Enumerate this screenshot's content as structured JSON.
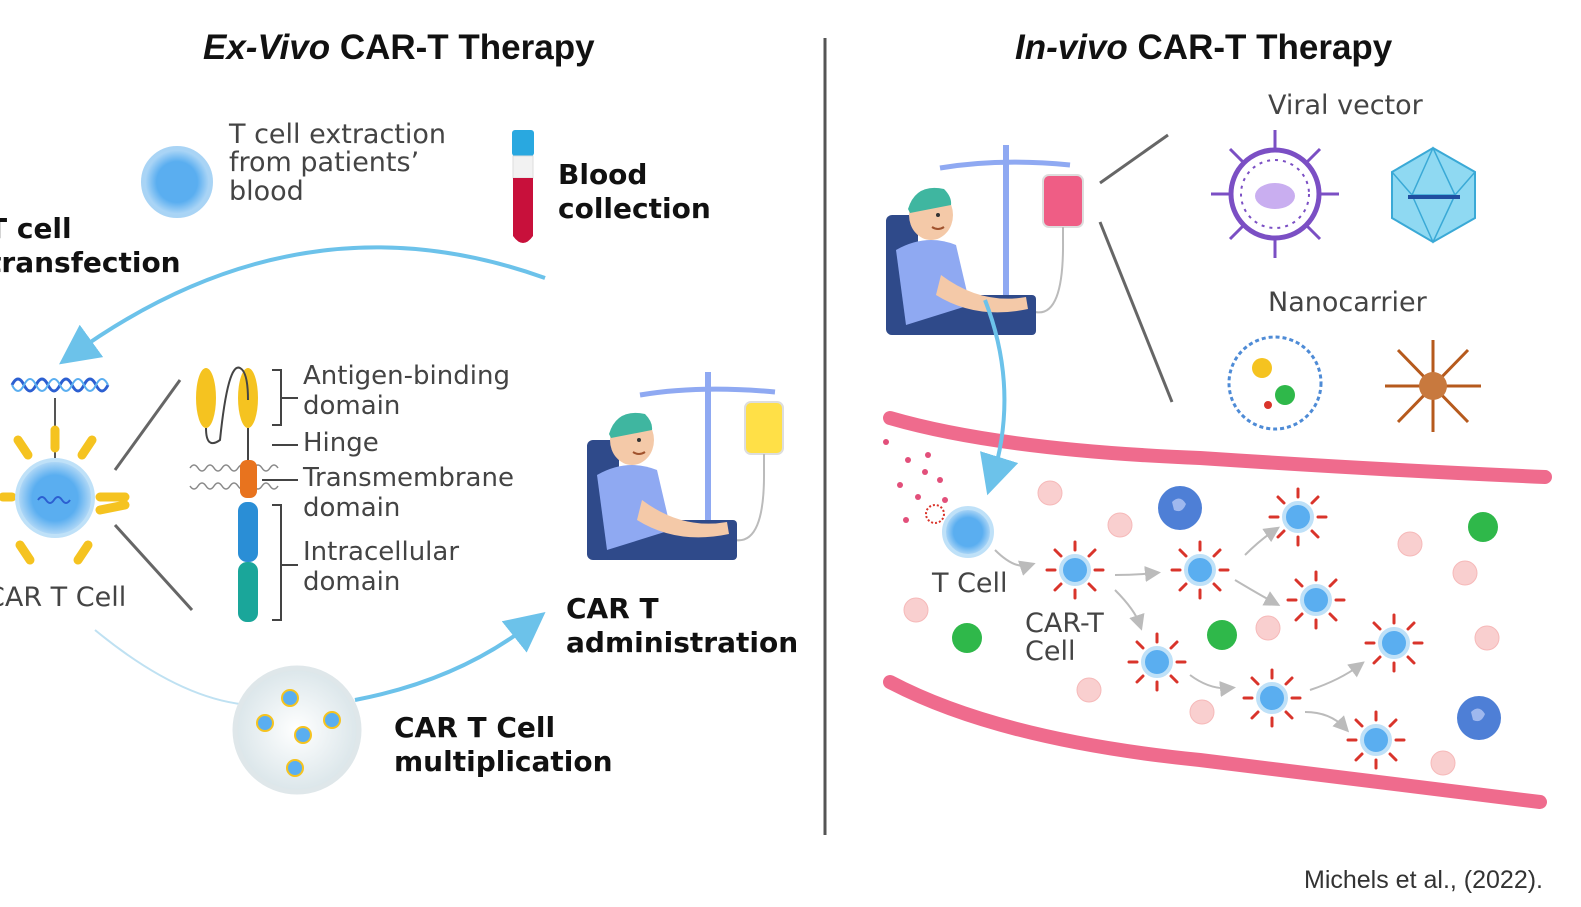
{
  "left_panel": {
    "title_italic": "Ex-Vivo",
    "title_rest": " CAR-T Therapy",
    "extraction": [
      "T cell extraction",
      "from patients’",
      "blood"
    ],
    "blood_collection": [
      "Blood",
      "collection"
    ],
    "transfection": [
      "T cell",
      "transfection"
    ],
    "car_t_cell": "CAR T Cell",
    "domains": {
      "antigen": [
        "Antigen-binding",
        "domain"
      ],
      "hinge": "Hinge",
      "transmembrane": [
        "Transmembrane",
        "domain"
      ],
      "intracellular": [
        "Intracellular",
        "domain"
      ]
    },
    "administration": [
      "CAR T",
      "administration"
    ],
    "multiplication": [
      "CAR T Cell",
      "multiplication"
    ]
  },
  "right_panel": {
    "title_italic": "In-vivo",
    "title_rest": " CAR-T Therapy",
    "viral_vector": "Viral vector",
    "nanocarrier": "Nanocarrier",
    "t_cell": "T Cell",
    "car_t_cell": [
      "CAR-T",
      "Cell"
    ]
  },
  "citation": "Michels et al., (2022).",
  "colors": {
    "arrow": "#6cc2ea",
    "vessel": "#ef6b8d",
    "tcell": "#5aaef0",
    "receptor_red": "#d9342b",
    "receptor_yellow": "#f5c320",
    "patient_shirt": "#8fa9f2",
    "chair": "#2f4a8a",
    "cap": "#3fb6a0",
    "virus": "#7b4fc4",
    "capsid": "#7fd6ef",
    "blood_tube": "#c8103b",
    "green_cell": "#2fb84a",
    "rbc": "#f9cfcf",
    "divider": "#555555"
  }
}
